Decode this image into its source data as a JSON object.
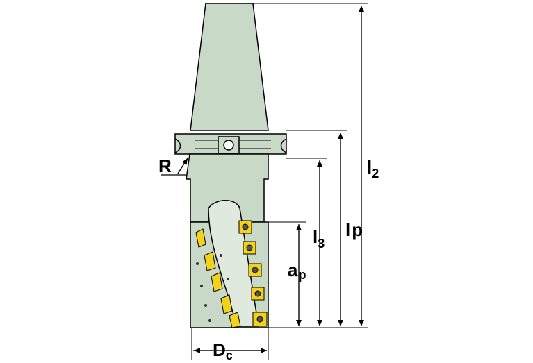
{
  "colors": {
    "body": "#c9d9c8",
    "outline": "#000000",
    "insert": "#f2d21b",
    "insert_dark": "#b89a10",
    "screw": "#555555"
  },
  "labels": {
    "R": "R",
    "l2_main": "l",
    "l2_sub": "2",
    "lp_main": "l",
    "lp_sub": "p",
    "l3_main": "l",
    "l3_sub": "3",
    "ap_main": "a",
    "ap_sub": "p",
    "dc_main": "D",
    "dc_sub": "c"
  }
}
